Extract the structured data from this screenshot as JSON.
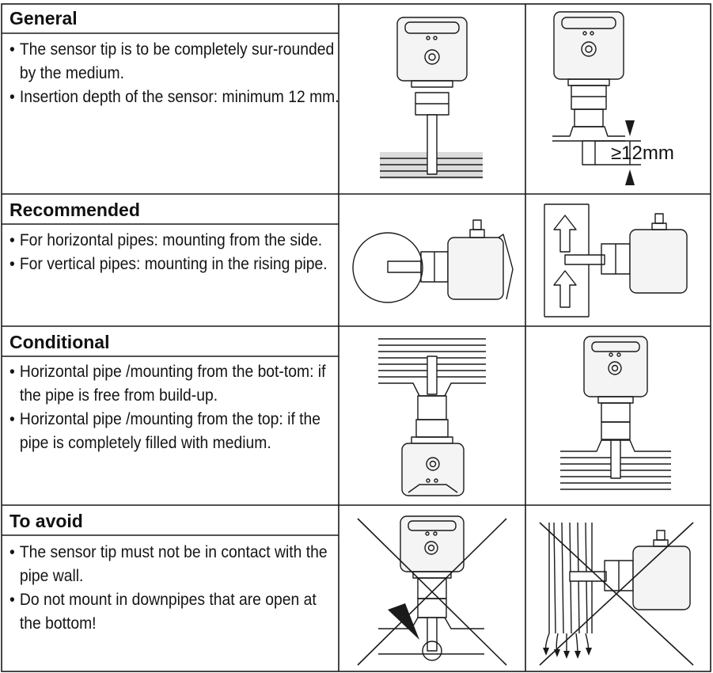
{
  "sections": [
    {
      "title": "General",
      "bullets": [
        "The sensor tip is to be completely sur-rounded by the medium.",
        "Insertion depth of the sensor: minimum 12 mm."
      ]
    },
    {
      "title": "Recommended",
      "bullets": [
        "For horizontal pipes: mounting from the side.",
        "For vertical pipes: mounting in the rising pipe."
      ]
    },
    {
      "title": "Conditional",
      "bullets": [
        "Horizontal pipe /mounting from the bot-tom: if the pipe is free from build-up.",
        "Horizontal pipe /mounting from the top: if the pipe is completely filled with medium."
      ]
    },
    {
      "title": "To avoid",
      "bullets": [
        "The sensor tip must not be in contact with the pipe wall.",
        "Do not mount in downpipes that are open at the bottom!"
      ]
    }
  ],
  "dimension_label": "≥12mm",
  "colors": {
    "line": "#1a1a1a",
    "sensor_fill": "#f2f2f2",
    "medium_band": "#d9d9d9"
  }
}
